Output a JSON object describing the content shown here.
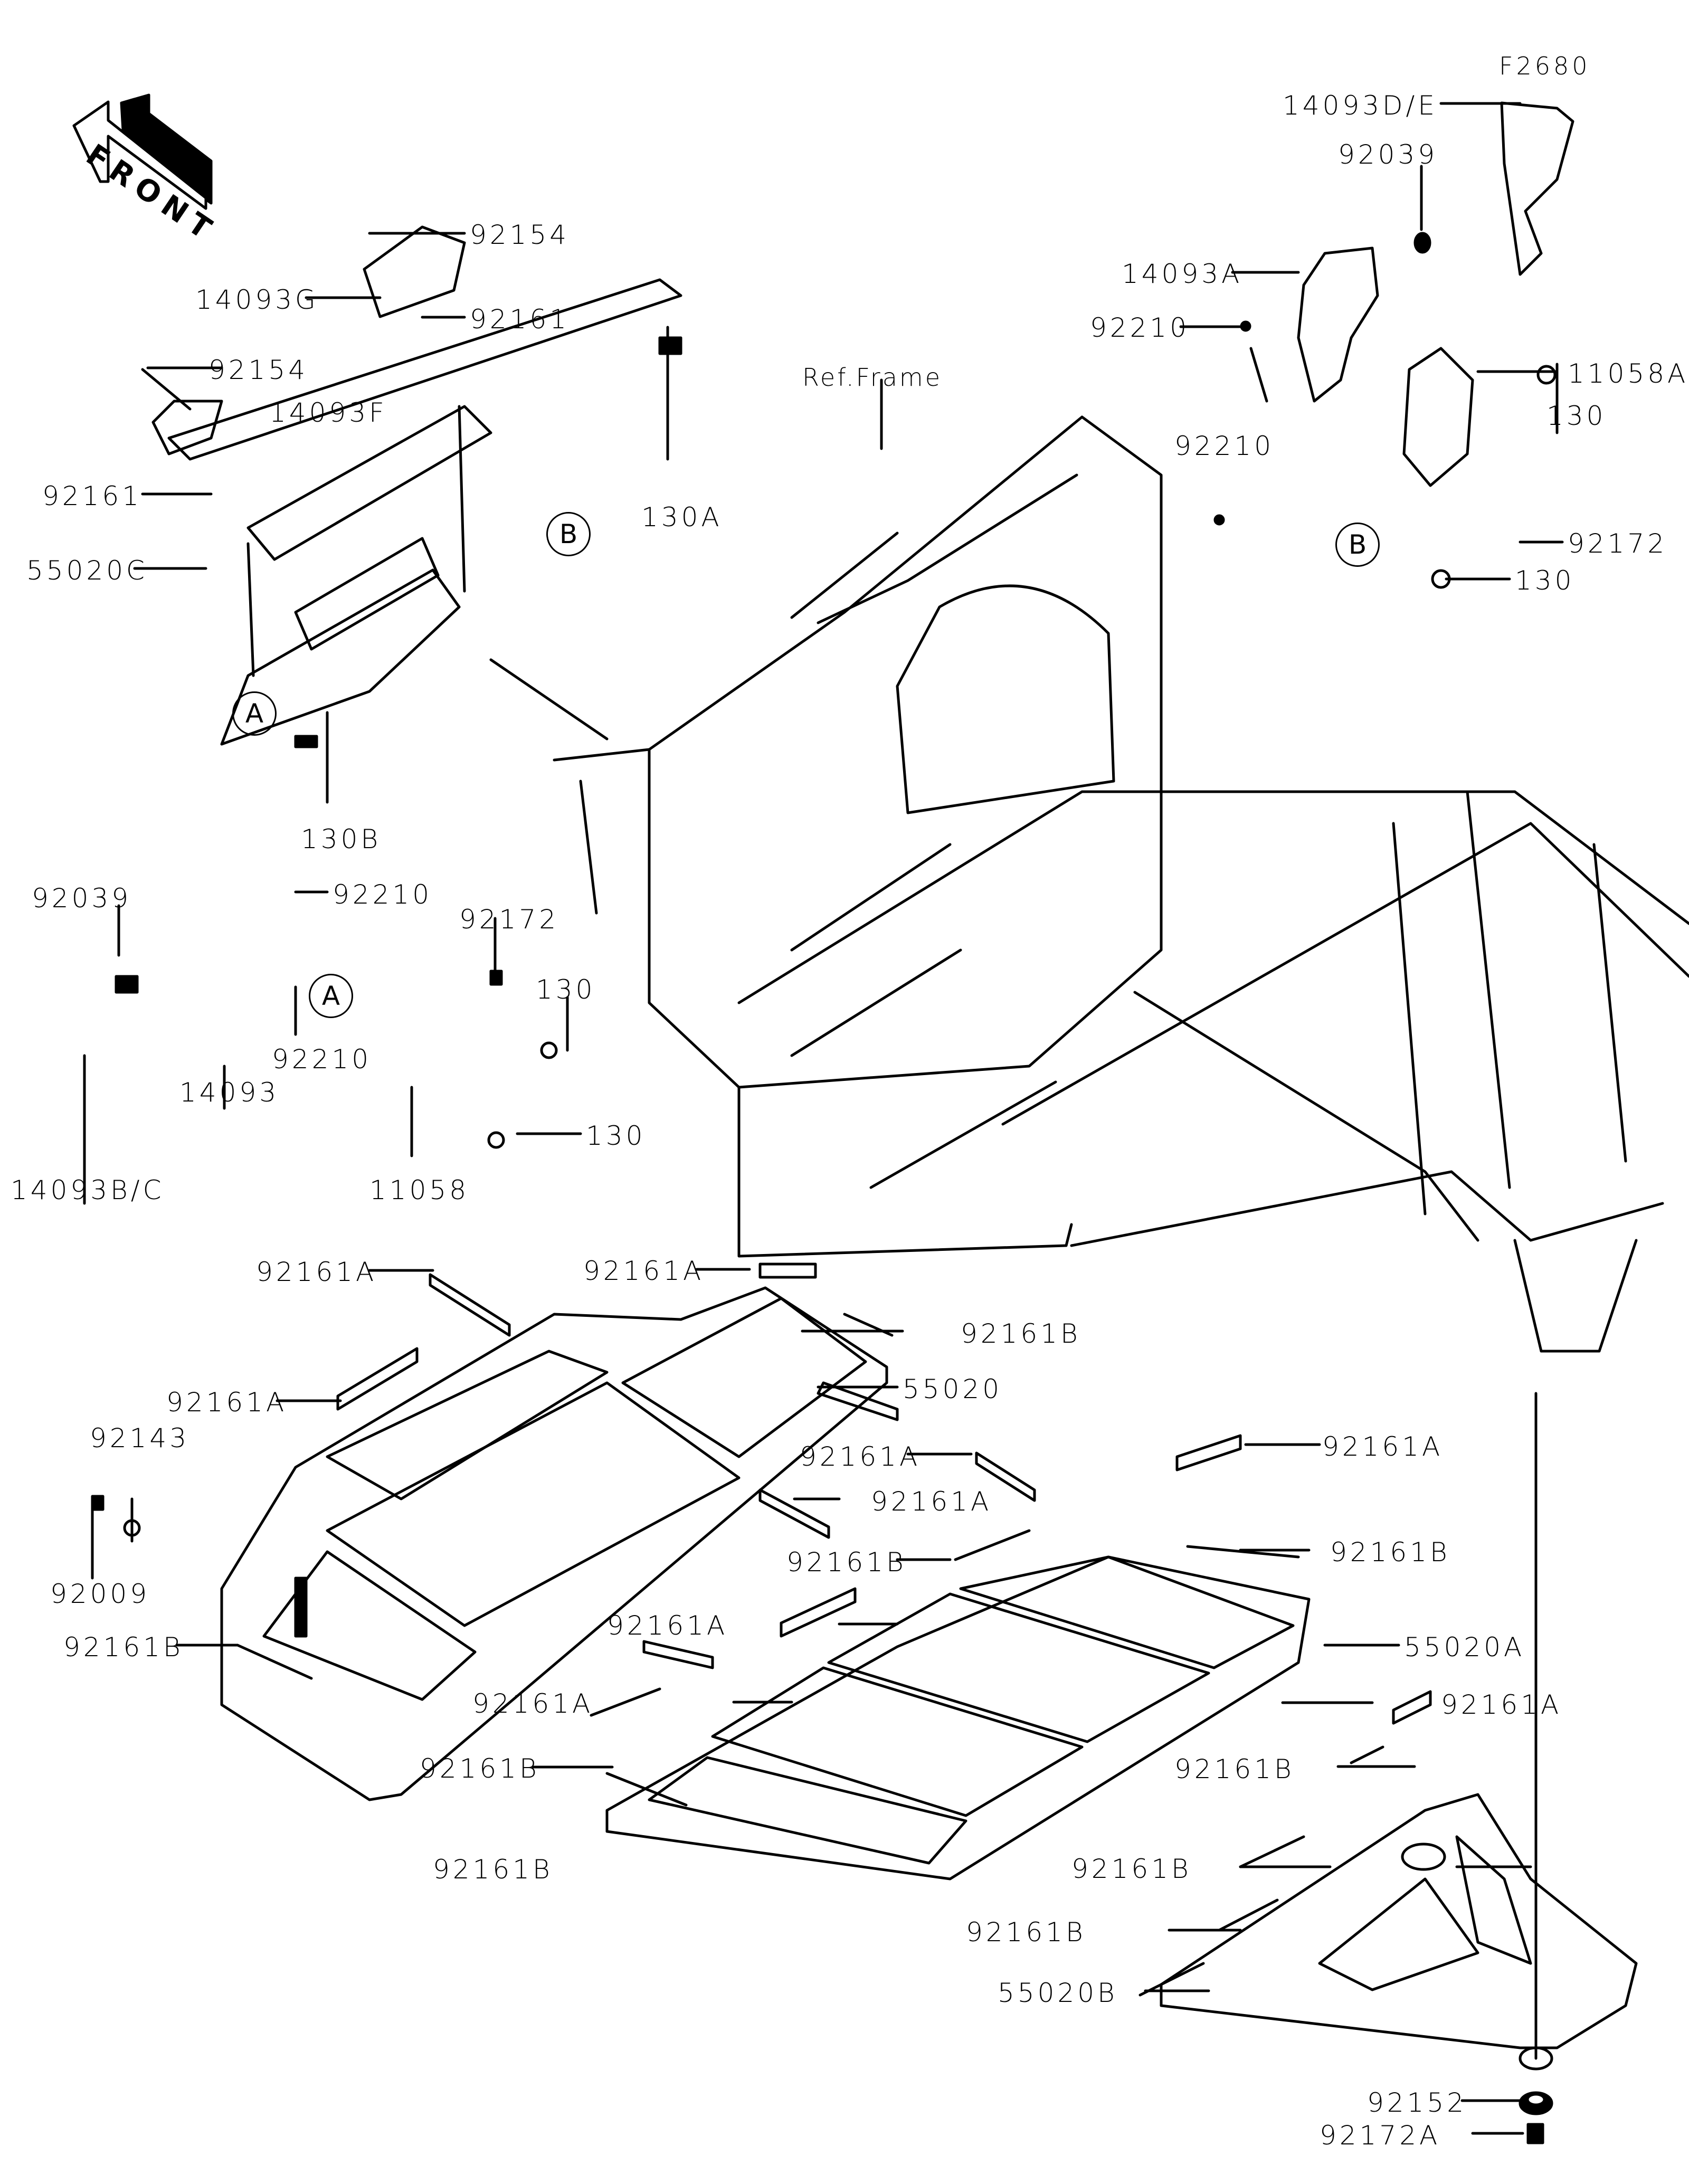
{
  "diagram": {
    "figure_id": "F2680",
    "front_arrow": "FRONT",
    "ref_frame": "Ref.Frame",
    "callouts": {
      "a1": "A",
      "a2": "A",
      "b1": "B",
      "b2": "B"
    },
    "labels": {
      "p14093DE": "14093D/E",
      "p92039_top": "92039",
      "p14093A": "14093A",
      "p92210_top1": "92210",
      "p92210_top2": "92210",
      "p11058A": "11058A",
      "p130_top1": "130",
      "p92172_top": "92172",
      "p130_top2": "130",
      "p92154_1": "92154",
      "p14093G": "14093G",
      "p92161_1": "92161",
      "p92154_2": "92154",
      "p14093F": "14093F",
      "p92161_2": "92161",
      "p55020C": "55020C",
      "p130A": "130A",
      "p130B": "130B",
      "p92039_left": "92039",
      "p92210_left1": "92210",
      "p92172_left": "92172",
      "p130_left1": "130",
      "p92210_left2": "92210",
      "p14093": "14093",
      "p130_left2": "130",
      "p14093BC": "14093B/C",
      "p11058": "11058",
      "p92161A_1": "92161A",
      "p92161A_2": "92161A",
      "p92161B_1": "92161B",
      "p92161A_3": "92161A",
      "p55020": "55020",
      "p92143": "92143",
      "p92009": "92009",
      "p92161B_2": "92161B",
      "p92161A_4": "92161A",
      "p92161A_5": "92161A",
      "p92161A_6": "92161A",
      "p92161B_3": "92161B",
      "p92161B_4": "92161B",
      "p92161A_7": "92161A",
      "p55020A": "55020A",
      "p92161A_8": "92161A",
      "p92161B_5": "92161B",
      "p92161A_9": "92161A",
      "p92161B_6": "92161B",
      "p92161B_7": "92161B",
      "p92161B_8": "92161B",
      "p92161B_9": "92161B",
      "p55020B": "55020B",
      "p92152": "92152",
      "p92172A": "92172A"
    }
  }
}
